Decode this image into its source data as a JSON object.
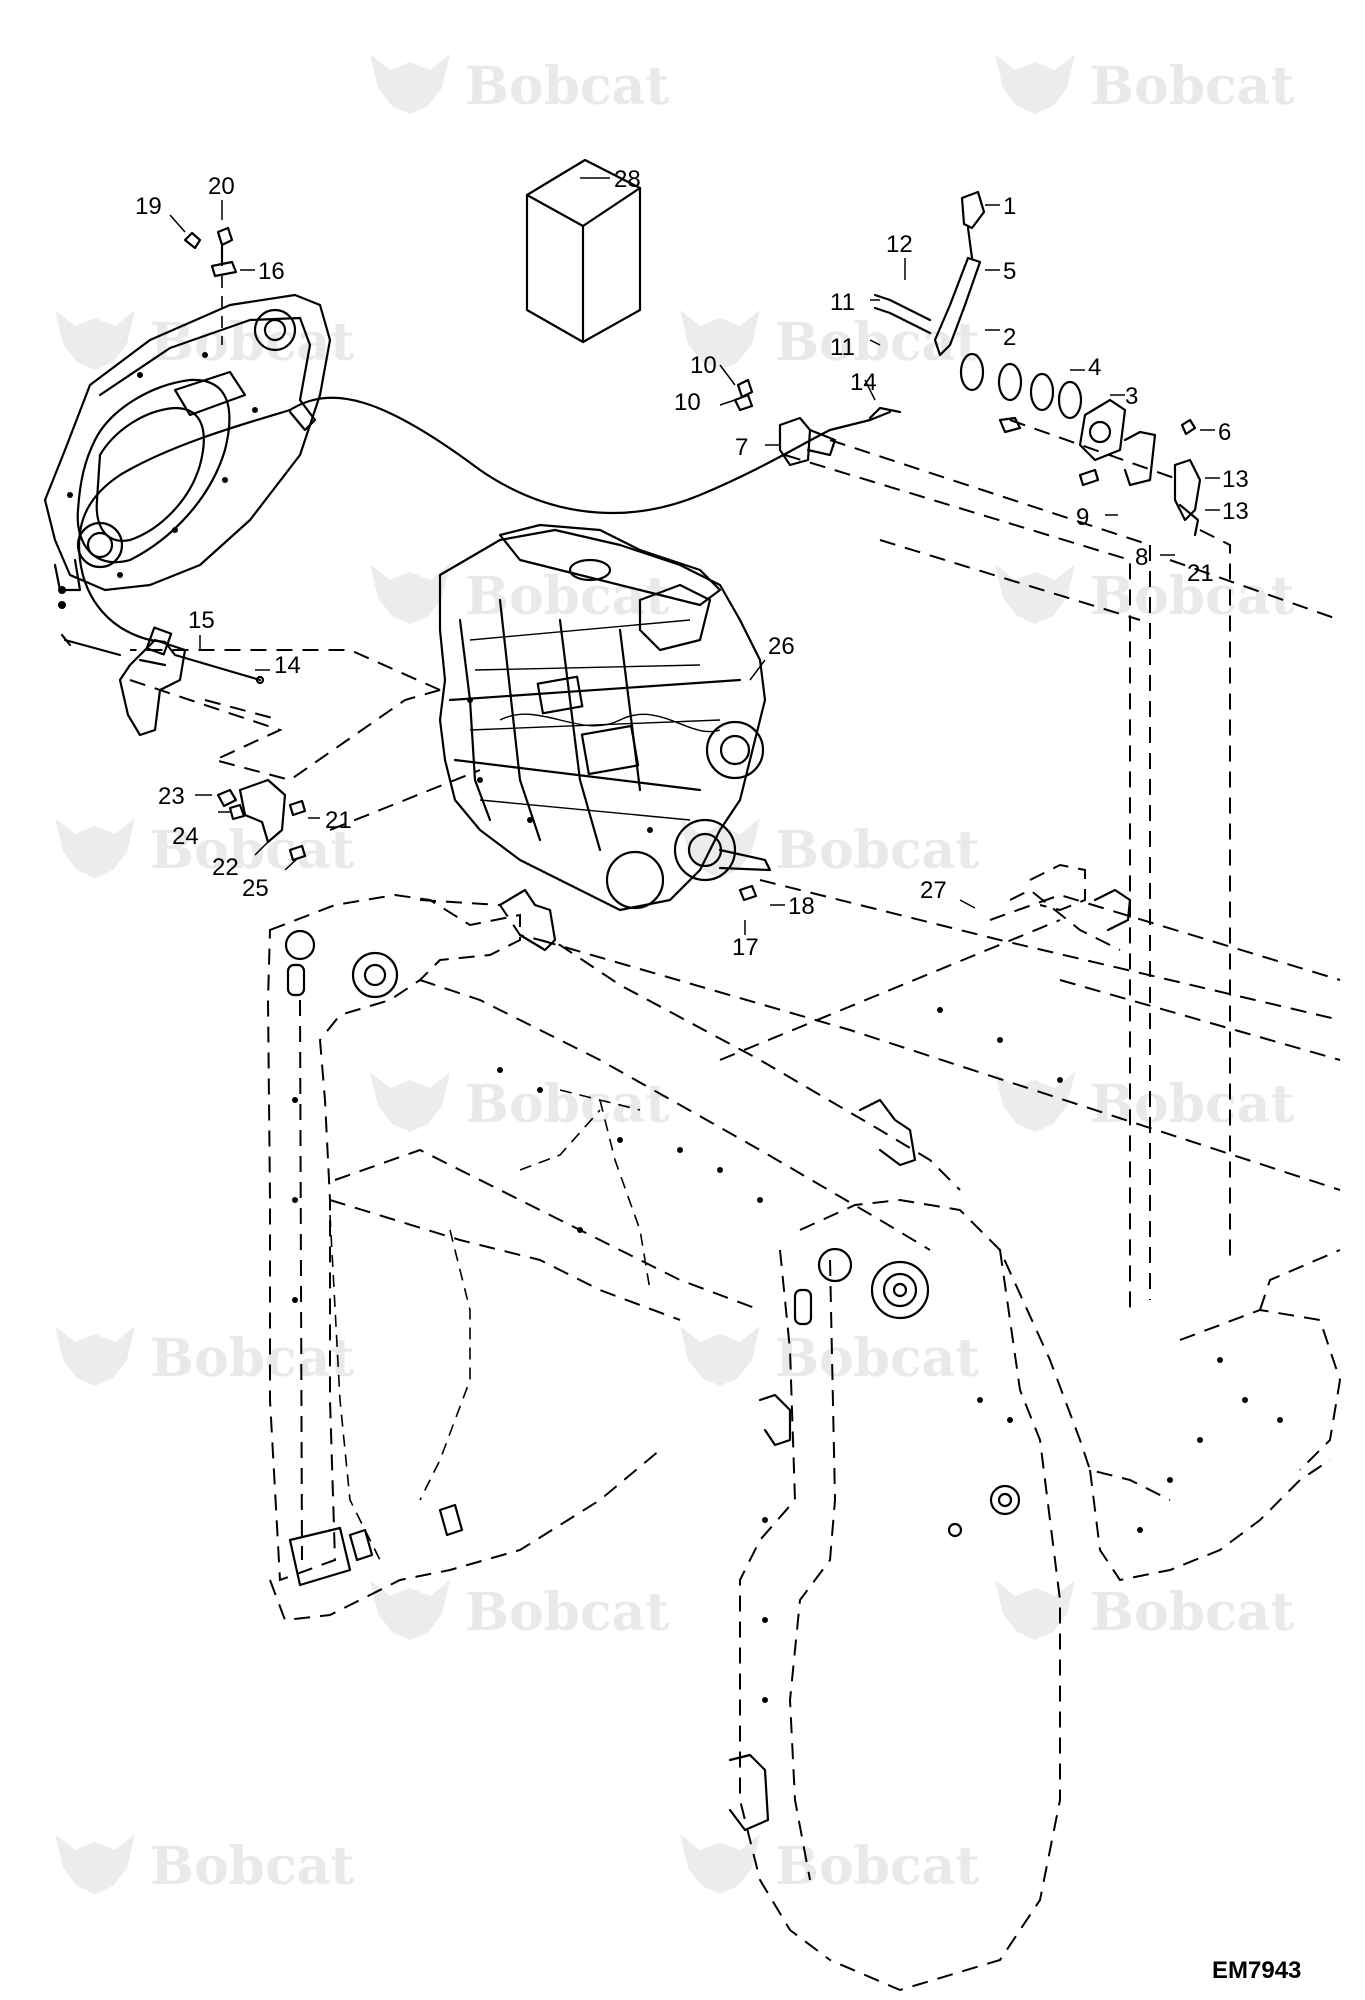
{
  "watermark": {
    "text": "Bobcat"
  },
  "figure_id": "EM7943",
  "callouts": [
    {
      "id": "c1",
      "text": "1"
    },
    {
      "id": "c2",
      "text": "2"
    },
    {
      "id": "c3",
      "text": "3"
    },
    {
      "id": "c4",
      "text": "4"
    },
    {
      "id": "c5",
      "text": "5"
    },
    {
      "id": "c6",
      "text": "6"
    },
    {
      "id": "c7",
      "text": "7"
    },
    {
      "id": "c8",
      "text": "8"
    },
    {
      "id": "c9",
      "text": "9"
    },
    {
      "id": "c10a",
      "text": "10"
    },
    {
      "id": "c10b",
      "text": "10"
    },
    {
      "id": "c11a",
      "text": "11"
    },
    {
      "id": "c11b",
      "text": "11"
    },
    {
      "id": "c12",
      "text": "12"
    },
    {
      "id": "c13a",
      "text": "13"
    },
    {
      "id": "c13b",
      "text": "13"
    },
    {
      "id": "c14a",
      "text": "14"
    },
    {
      "id": "c14b",
      "text": "14"
    },
    {
      "id": "c15",
      "text": "15"
    },
    {
      "id": "c16",
      "text": "16"
    },
    {
      "id": "c17",
      "text": "17"
    },
    {
      "id": "c18",
      "text": "18"
    },
    {
      "id": "c19",
      "text": "19"
    },
    {
      "id": "c20",
      "text": "20"
    },
    {
      "id": "c21a",
      "text": "21"
    },
    {
      "id": "c21b",
      "text": "21"
    },
    {
      "id": "c22",
      "text": "22"
    },
    {
      "id": "c23",
      "text": "23"
    },
    {
      "id": "c24",
      "text": "24"
    },
    {
      "id": "c25",
      "text": "25"
    },
    {
      "id": "c26",
      "text": "26"
    },
    {
      "id": "c27",
      "text": "27"
    },
    {
      "id": "c28",
      "text": "28"
    }
  ]
}
